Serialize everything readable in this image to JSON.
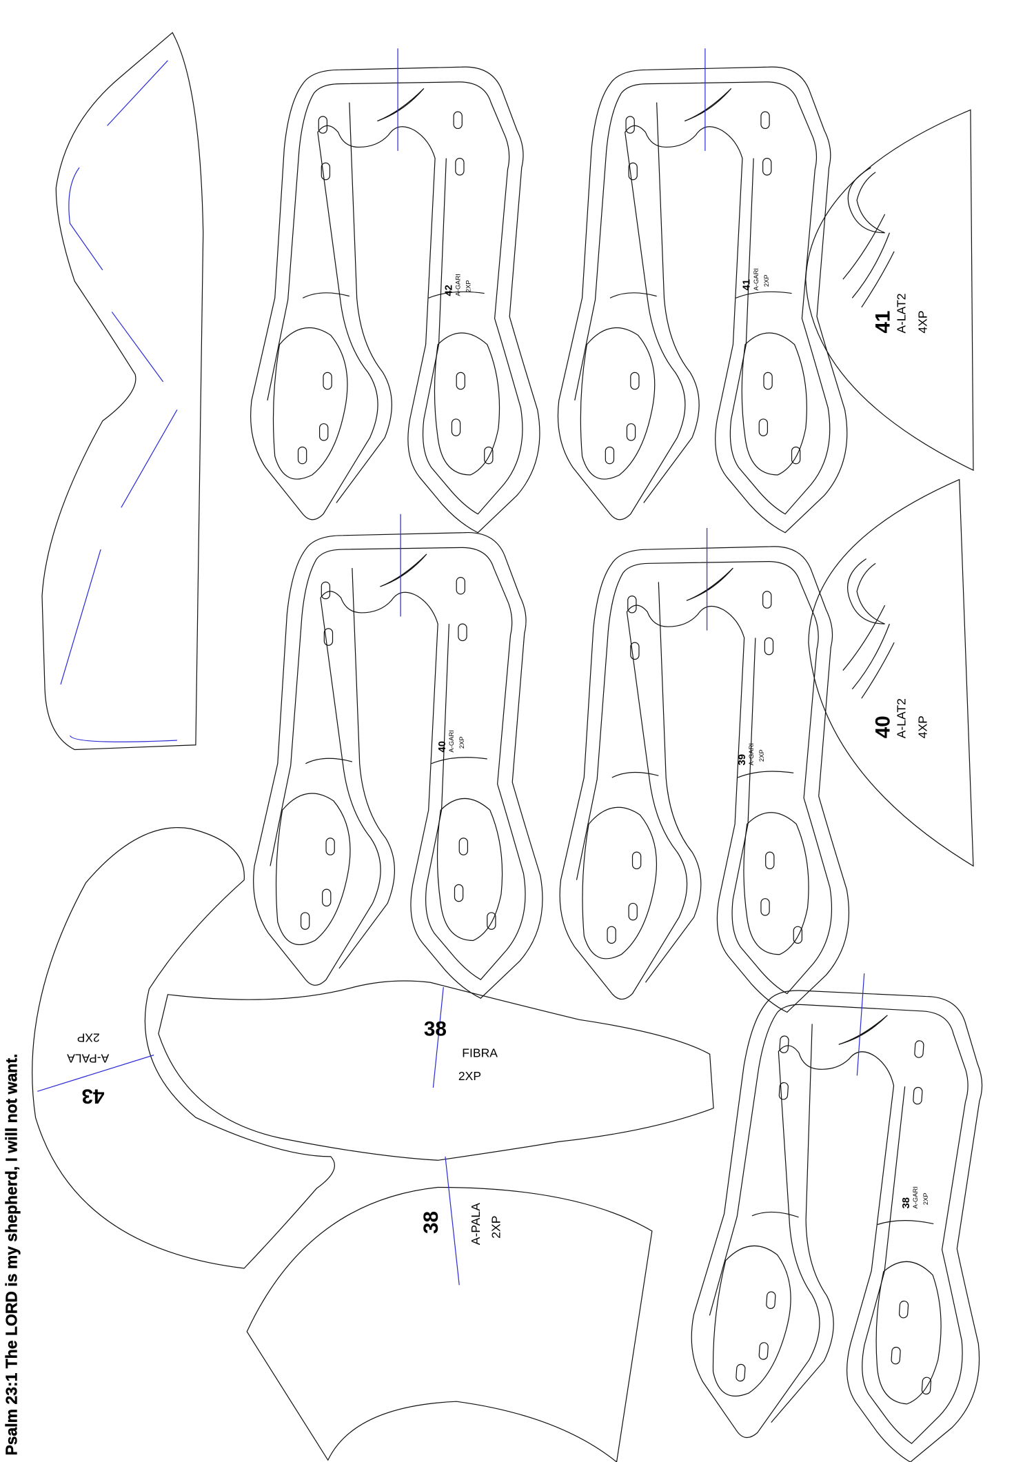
{
  "footer": {
    "verse": "Psalm 23:1 The LORD is my shepherd, I will not want."
  },
  "colors": {
    "line": "#111111",
    "center_mark": "#2b2bd6"
  },
  "pieces": {
    "gari_42": {
      "size": "42",
      "name": "A-GARI",
      "qty": "2XP"
    },
    "gari_41": {
      "size": "41",
      "name": "A-GARI",
      "qty": "2XP"
    },
    "gari_40": {
      "size": "40",
      "name": "A-GARI",
      "qty": "2XP"
    },
    "gari_39": {
      "size": "39",
      "name": "A-GARI",
      "qty": "2XP"
    },
    "gari_38": {
      "size": "38",
      "name": "A-GARI",
      "qty": "2XP"
    },
    "lat2_41": {
      "size": "41",
      "name": "A-LAT2",
      "qty": "4XP",
      "logo": "nike"
    },
    "lat2_40": {
      "size": "40",
      "name": "A-LAT2",
      "qty": "4XP",
      "logo": "nike"
    },
    "pala_43": {
      "size": "43",
      "name": "A-PALA",
      "qty": "2XP"
    },
    "fibra_38": {
      "size": "38",
      "name": "FIBRA",
      "qty": "2XP"
    },
    "pala_38": {
      "size": "38",
      "name": "A-PALA",
      "qty": "2XP"
    }
  }
}
